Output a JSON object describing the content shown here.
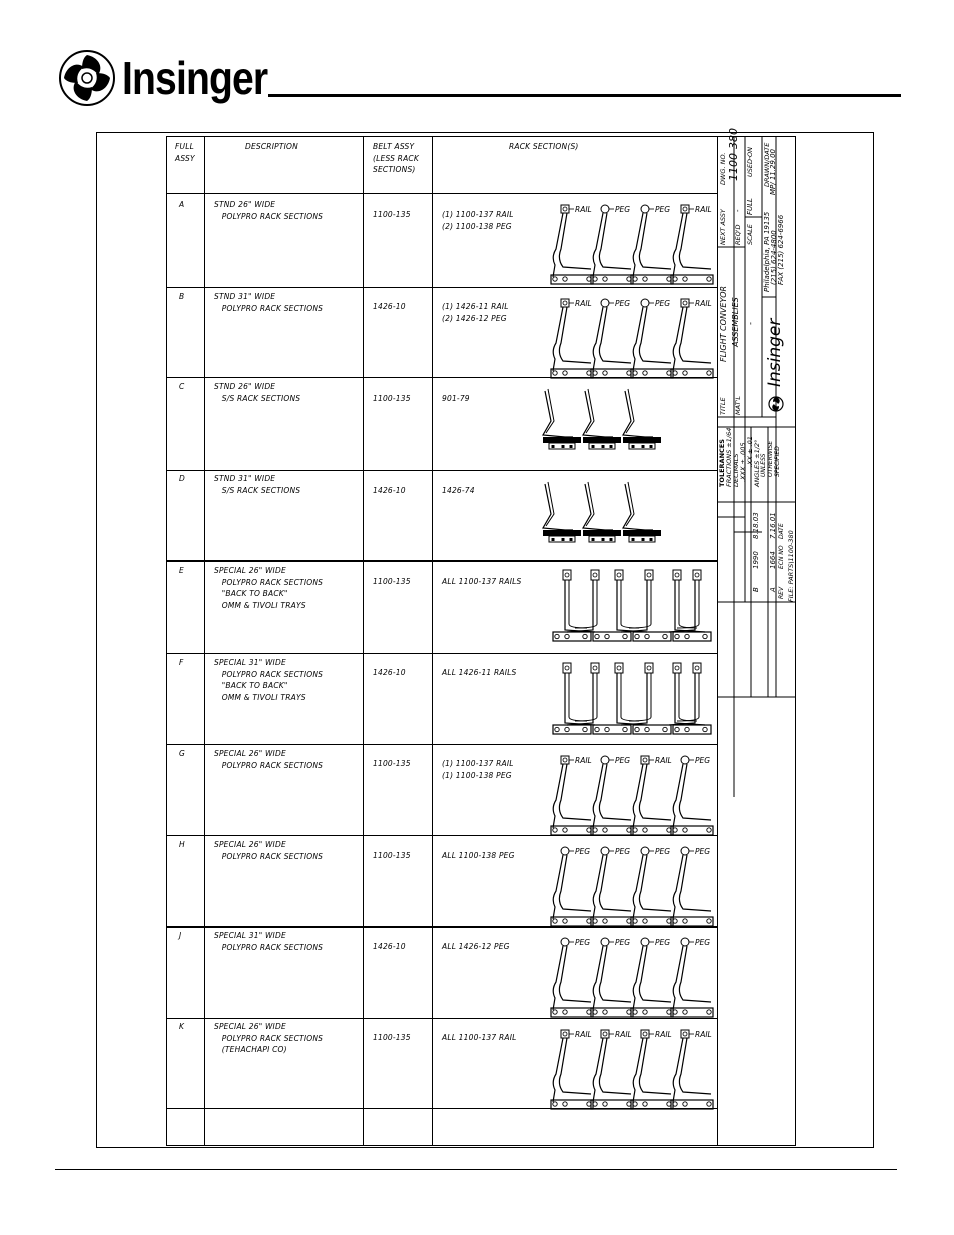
{
  "header": {
    "brand": "Insinger"
  },
  "table": {
    "col_full": "FULL\nASSY",
    "col_desc": "DESCRIPTION",
    "col_belt": "BELT ASSY\n(LESS RACK\nSECTIONS)",
    "col_rack": "RACK SECTION(S)",
    "rows": [
      {
        "id": "A",
        "desc": "STND 26\" WIDE\n   POLYPRO RACK SECTIONS",
        "belt": "1100-135",
        "rack": "(1) 1100-137 RAIL\n(2) 1100-138 PEG",
        "labels": [
          "RAIL",
          "PEG",
          "PEG",
          "RAIL"
        ]
      },
      {
        "id": "B",
        "desc": "STND 31\" WIDE\n   POLYPRO RACK SECTIONS",
        "belt": "1426-10",
        "rack": "(1) 1426-11 RAIL\n(2) 1426-12 PEG",
        "labels": [
          "RAIL",
          "PEG",
          "PEG",
          "RAIL"
        ]
      },
      {
        "id": "C",
        "desc": "STND 26\" WIDE\n   S/S RACK SECTIONS",
        "belt": "1100-135",
        "rack": "901-79",
        "labels": []
      },
      {
        "id": "D",
        "desc": "STND 31\" WIDE\n   S/S RACK SECTIONS",
        "belt": "1426-10",
        "rack": "1426-74",
        "labels": []
      },
      {
        "id": "E",
        "desc": "SPECIAL 26\" WIDE\n   POLYPRO RACK SECTIONS\n   \"BACK TO BACK\"\n   OMM & TIVOLI TRAYS",
        "belt": "1100-135",
        "rack": "ALL 1100-137 RAILS",
        "labels": []
      },
      {
        "id": "F",
        "desc": "SPECIAL 31\" WIDE\n   POLYPRO RACK SECTIONS\n   \"BACK TO BACK\"\n   OMM & TIVOLI TRAYS",
        "belt": "1426-10",
        "rack": "ALL 1426-11 RAILS",
        "labels": []
      },
      {
        "id": "G",
        "desc": "SPECIAL 26\" WIDE\n   POLYPRO RACK SECTIONS",
        "belt": "1100-135",
        "rack": "(1) 1100-137 RAIL\n(1) 1100-138 PEG",
        "labels": [
          "RAIL",
          "PEG",
          "RAIL",
          "PEG"
        ]
      },
      {
        "id": "H",
        "desc": "SPECIAL 26\" WIDE\n   POLYPRO RACK SECTIONS",
        "belt": "1100-135",
        "rack": "ALL 1100-138 PEG",
        "labels": [
          "PEG",
          "PEG",
          "PEG",
          "PEG"
        ]
      },
      {
        "id": "J",
        "desc": "SPECIAL 31\" WIDE\n   POLYPRO RACK SECTIONS",
        "belt": "1426-10",
        "rack": "ALL 1426-12 PEG",
        "labels": [
          "PEG",
          "PEG",
          "PEG",
          "PEG"
        ]
      },
      {
        "id": "K",
        "desc": "SPECIAL 26\" WIDE\n   POLYPRO RACK SECTIONS\n   (TEHACHAPI CO)",
        "belt": "1100-135",
        "rack": "ALL 1100-137 RAIL",
        "labels": [
          "RAIL",
          "RAIL",
          "RAIL",
          "RAIL"
        ]
      }
    ]
  },
  "title_block": {
    "next_assy_label": "NEXT ASSY",
    "dwg_no_label": "DWG. NO.",
    "dwg_no": "1100-380",
    "reqd_label": "REQ'D",
    "reqd": "-",
    "used_on_label": "USED ON",
    "used_on": "-",
    "scale_label": "SCALE",
    "scale": "FULL",
    "drawn_label": "DRAWN/DATE",
    "drawn": "MP/ 11.29.00",
    "title_label": "TITLE",
    "title_line1": "FLIGHT CONVEYOR",
    "title_line2": "ASSEMBLIES",
    "matl_label": "MAT'L",
    "matl": "-",
    "company": "Insinger",
    "address1": "Philadelphia, PA 19135",
    "address2": "(215) 624-4800",
    "address3": "FAX (215) 624-6966",
    "tolerances": "TOLERANCES",
    "fractions": "FRACTIONS ±1/64",
    "decimals": "DECIMALS",
    "xxx": ".XXX ± .005",
    "xx": ".XX ± .01",
    "angles": "ANGLES ±1/2°",
    "unless1": "UNLESS",
    "unless2": "OTHERWISE",
    "unless3": "SPECIFIED",
    "rev_label": "REV",
    "ecn_label": "ECN NO",
    "date_label": "DATE",
    "rev_b": "B",
    "ecn_b": "1990",
    "date_b": "8.18.03",
    "rev_a": "A",
    "ecn_a": "1664",
    "date_a": "7.16.01",
    "file": "FILE: PARTS\\1100-380"
  }
}
